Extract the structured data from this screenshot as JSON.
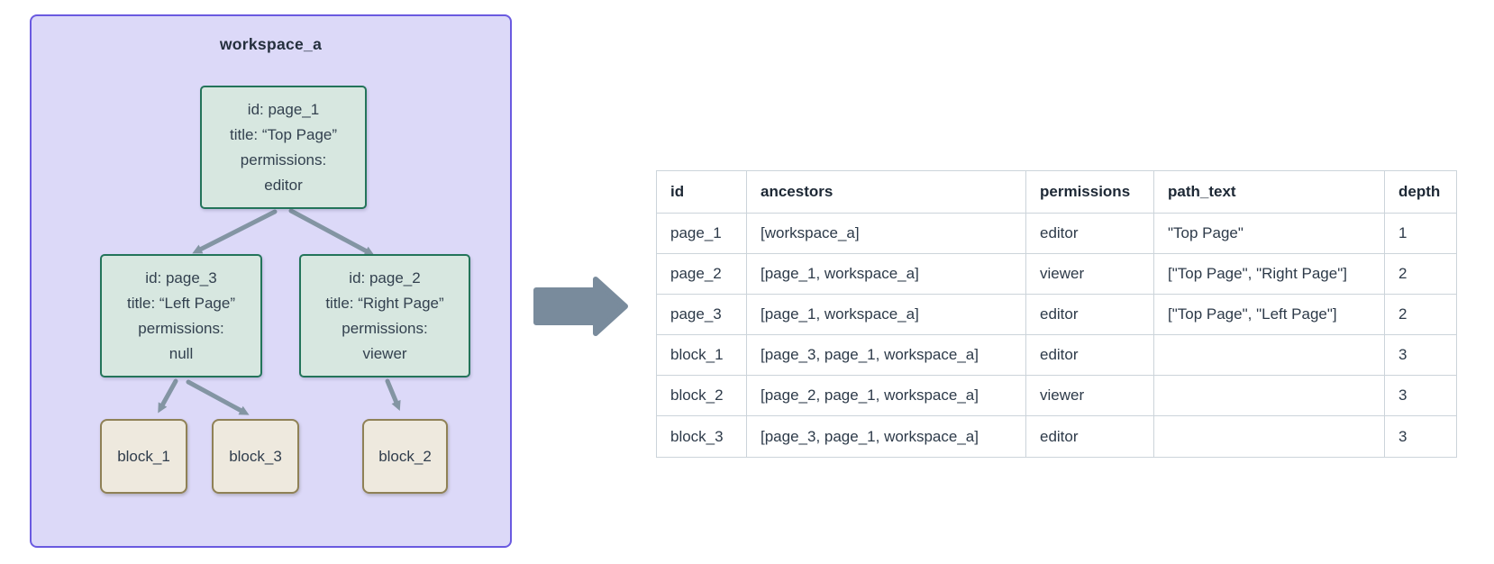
{
  "diagram": {
    "workspace_label": "workspace_a",
    "nodes": {
      "page_1": {
        "lines": [
          "id: page_1",
          "title: “Top Page”",
          "permissions:",
          "editor"
        ]
      },
      "page_3": {
        "lines": [
          "id: page_3",
          "title: “Left Page”",
          "permissions:",
          "null"
        ]
      },
      "page_2": {
        "lines": [
          "id: page_2",
          "title: “Right Page”",
          "permissions:",
          "viewer"
        ]
      },
      "block_1": {
        "label": "block_1"
      },
      "block_3": {
        "label": "block_3"
      },
      "block_2": {
        "label": "block_2"
      }
    },
    "edges": [
      {
        "from": "page_1",
        "to": "page_3"
      },
      {
        "from": "page_1",
        "to": "page_2"
      },
      {
        "from": "page_3",
        "to": "block_1"
      },
      {
        "from": "page_3",
        "to": "block_3"
      },
      {
        "from": "page_2",
        "to": "block_2"
      }
    ]
  },
  "table": {
    "headers": [
      "id",
      "ancestors",
      "permissions",
      "path_text",
      "depth"
    ],
    "rows": [
      {
        "id": "page_1",
        "ancestors": "[workspace_a]",
        "permissions": "editor",
        "path_text": "\"Top Page\"",
        "depth": "1"
      },
      {
        "id": "page_2",
        "ancestors": "[page_1, workspace_a]",
        "permissions": "viewer",
        "path_text": "[\"Top Page\", \"Right Page\"]",
        "depth": "2"
      },
      {
        "id": "page_3",
        "ancestors": "[page_1, workspace_a]",
        "permissions": "editor",
        "path_text": "[\"Top Page\", \"Left Page\"]",
        "depth": "2"
      },
      {
        "id": "block_1",
        "ancestors": "[page_3, page_1, workspace_a]",
        "permissions": "editor",
        "path_text": "",
        "depth": "3"
      },
      {
        "id": "block_2",
        "ancestors": "[page_2, page_1, workspace_a]",
        "permissions": "viewer",
        "path_text": "",
        "depth": "3"
      },
      {
        "id": "block_3",
        "ancestors": "[page_3, page_1, workspace_a]",
        "permissions": "editor",
        "path_text": "",
        "depth": "3"
      }
    ]
  },
  "colors": {
    "workspace_fill": "#dcd9f8",
    "workspace_border": "#6a5ae0",
    "page_node_fill": "#d7e7e0",
    "page_node_border": "#23745a",
    "block_fill": "#eee9de",
    "block_border": "#8f8156",
    "edge_arrow": "#8395a3",
    "big_arrow": "#798b9c",
    "table_border": "#ccd4da",
    "text_dark": "#2d3a49"
  }
}
